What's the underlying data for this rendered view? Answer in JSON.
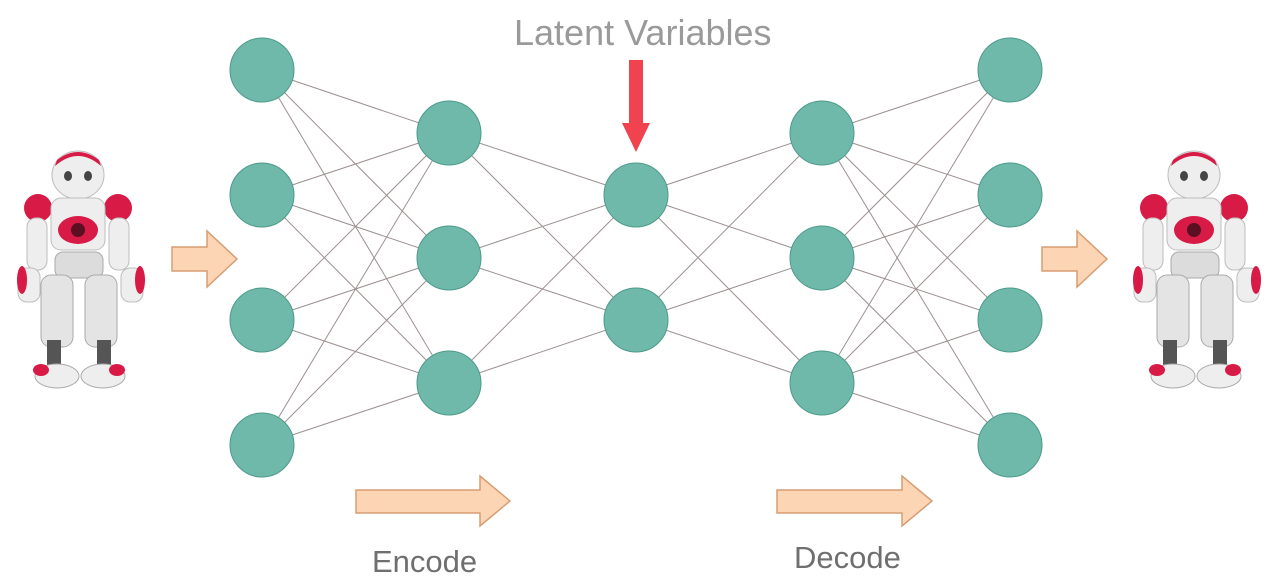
{
  "diagram": {
    "title": "Latent Variables",
    "encode_label": "Encode",
    "decode_label": "Decode",
    "layers": [
      4,
      3,
      2,
      3,
      4
    ],
    "colors": {
      "node_fill": "#6fb9aa",
      "node_stroke": "#4d9a8b",
      "edge": "#9c9090",
      "flow_arrow_fill": "#fcd5b5",
      "flow_arrow_stroke": "#d79d73",
      "latent_arrow": "#f0434f",
      "robot_body": "#eeeeee",
      "robot_accent": "#d81b46"
    },
    "icons": {
      "input_robot": "robot-icon",
      "output_robot": "robot-icon"
    }
  }
}
